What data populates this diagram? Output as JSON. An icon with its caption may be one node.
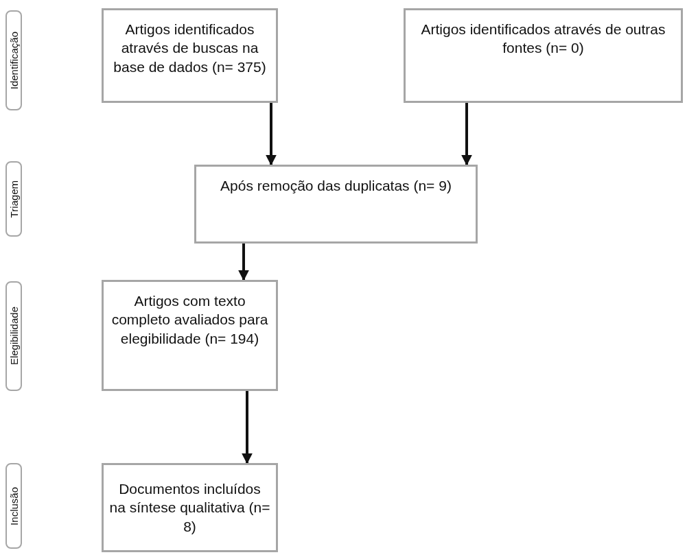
{
  "diagram": {
    "nodes": [
      {
        "text": [
          "Identificação"
        ]
      },
      {
        "text": [
          "Artigos identificados através de buscas na base de dados (n= 375)"
        ]
      },
      {
        "text": [
          "Artigos identificados através de outras fontes (n= 0)"
        ]
      },
      {
        "text": [
          "Triagem"
        ]
      },
      {
        "text": [
          "Após remoção das duplicatas (n= 9)"
        ]
      },
      {
        "text": [
          "Elegibilidade"
        ]
      },
      {
        "text": [
          "Artigos com texto completo avaliados para elegibilidade (n= 194)"
        ]
      },
      {
        "text": [
          "Inclusão"
        ]
      },
      {
        "text": [
          "Documentos incluídos na síntese qualitativa (n= 8)"
        ]
      }
    ],
    "edges": [
      {
        "from": 1,
        "to": 4,
        "arrow": "to"
      },
      {
        "from": 2,
        "to": 4,
        "arrow": "to"
      },
      {
        "from": 4,
        "to": 6,
        "arrow": "to"
      },
      {
        "from": 6,
        "to": 8,
        "arrow": "to"
      }
    ]
  }
}
